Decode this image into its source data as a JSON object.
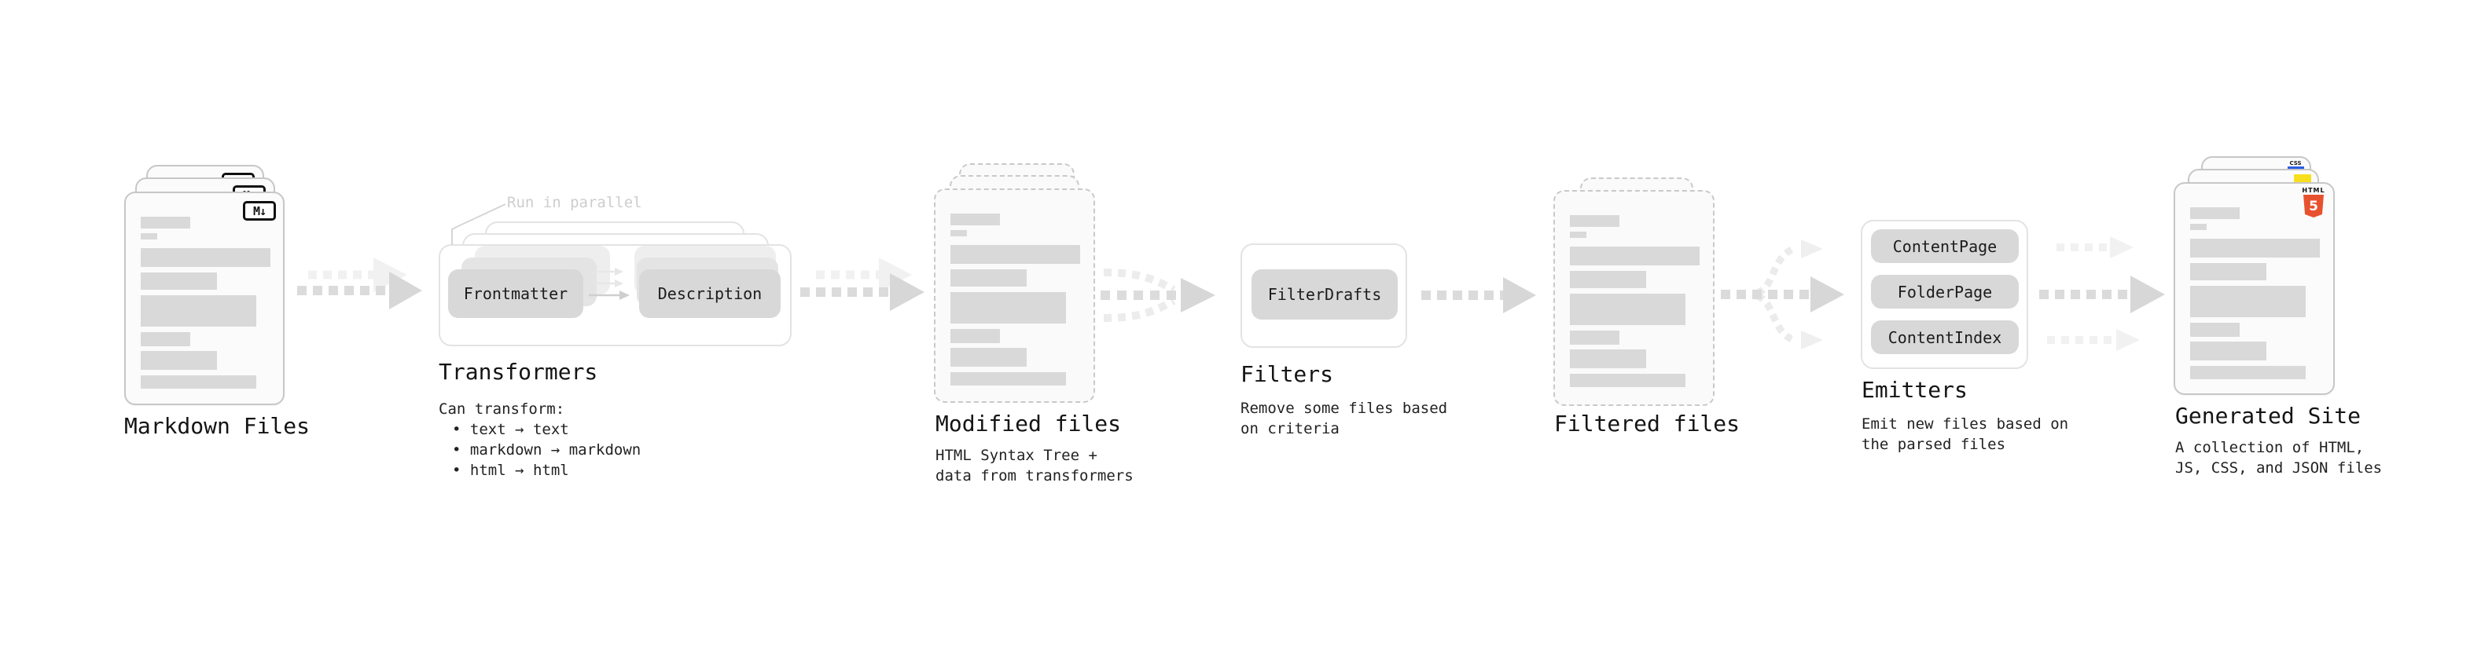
{
  "labels": {
    "run_in_parallel": "Run in parallel"
  },
  "stages": {
    "markdown_files": {
      "title": "Markdown Files"
    },
    "transformers": {
      "title": "Transformers",
      "desc_heading": "Can transform:",
      "bullets": [
        "• text → text",
        "• markdown → markdown",
        "• html → html"
      ],
      "chip_from": "Frontmatter",
      "chip_to": "Description"
    },
    "modified_files": {
      "title": "Modified files",
      "desc_lines": [
        "HTML Syntax Tree +",
        "data from transformers"
      ]
    },
    "filters": {
      "title": "Filters",
      "desc_lines": [
        "Remove some files based",
        "on criteria"
      ],
      "chip": "FilterDrafts"
    },
    "filtered_files": {
      "title": "Filtered files"
    },
    "emitters": {
      "title": "Emitters",
      "desc_lines": [
        "Emit new files based on",
        "the parsed files"
      ],
      "chips": [
        "ContentPage",
        "FolderPage",
        "ContentIndex"
      ]
    },
    "generated_site": {
      "title": "Generated Site",
      "desc_lines": [
        "A collection of HTML,",
        "JS, CSS, and JSON files"
      ]
    }
  },
  "icons": {
    "markdown_badge": "M↓",
    "html5_badge": {
      "label": "HTML",
      "numeral": "5"
    },
    "css_badge_label": "CSS"
  },
  "colors": {
    "html5_orange": "#e8512e",
    "js_yellow": "#f7df1e",
    "css_blue": "#2b5ce5",
    "placeholder_bar_gray": "#d9d9d9",
    "chip_gray": "#d8d8d8",
    "arrow_gray": "#d9d9d9",
    "muted_label_gray": "#cdcdcd"
  }
}
